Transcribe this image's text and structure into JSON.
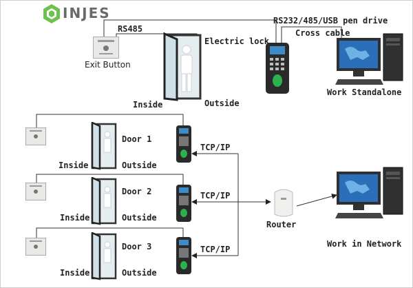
{
  "brand": {
    "name": "INJES",
    "logo_color": "#6cc24a"
  },
  "standalone": {
    "rs485": "RS485",
    "exit_button": "Exit Button",
    "electric_lock": "Electric lock",
    "pen_drive": "RS232/485/USB pen drive",
    "cross_cable": "Cross cable",
    "inside": "Inside",
    "outside": "Outside",
    "caption": "Work Standalone"
  },
  "network": {
    "doors": [
      {
        "door": "Door 1",
        "inside": "Inside",
        "outside": "Outside",
        "link": "TCP/IP"
      },
      {
        "door": "Door 2",
        "inside": "Inside",
        "outside": "Outside",
        "link": "TCP/IP"
      },
      {
        "door": "Door 3",
        "inside": "Inside",
        "outside": "Outside",
        "link": "TCP/IP"
      }
    ],
    "router": "Router",
    "caption": "Work in Network"
  }
}
